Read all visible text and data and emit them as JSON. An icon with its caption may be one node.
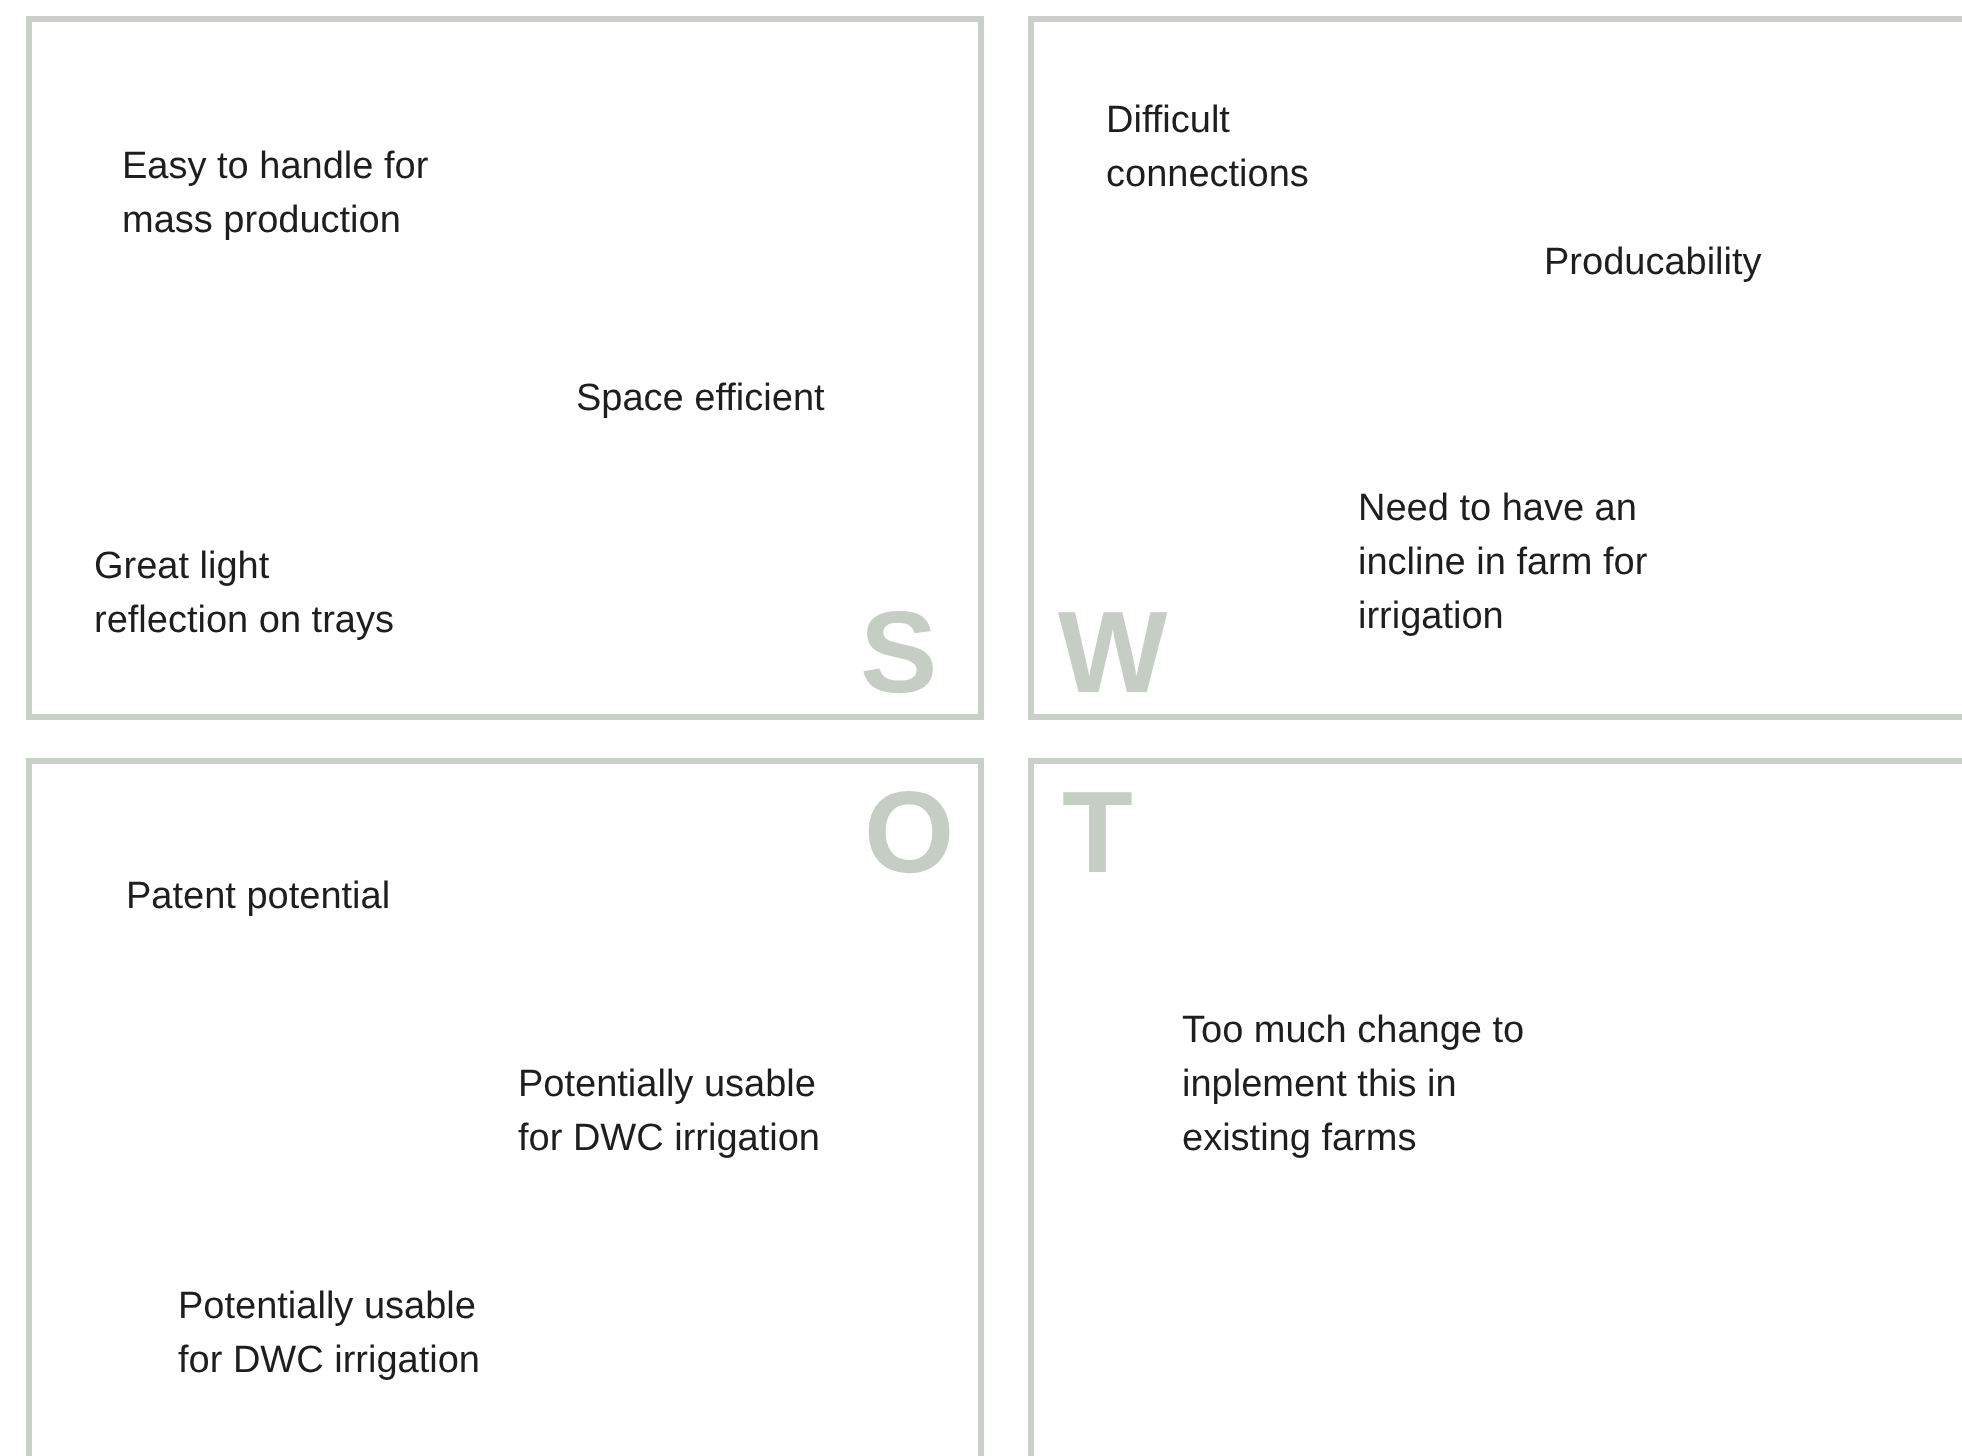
{
  "diagram": {
    "nodes": [
      {
        "text": [
          "Easy to handle for mass production",
          "Space efficient",
          "Great light reflection on trays",
          "S"
        ]
      },
      {
        "text": [
          "Difficult connections",
          "Producability",
          "Need to have an incline in farm for irrigation",
          "W"
        ]
      },
      {
        "text": [
          "O",
          "Patent potential",
          "Potentially usable for DWC irrigation",
          "Potentially usable for DWC irrigation"
        ]
      },
      {
        "text": [
          "T",
          "Too much change to inplement this in existing farms"
        ]
      }
    ]
  }
}
